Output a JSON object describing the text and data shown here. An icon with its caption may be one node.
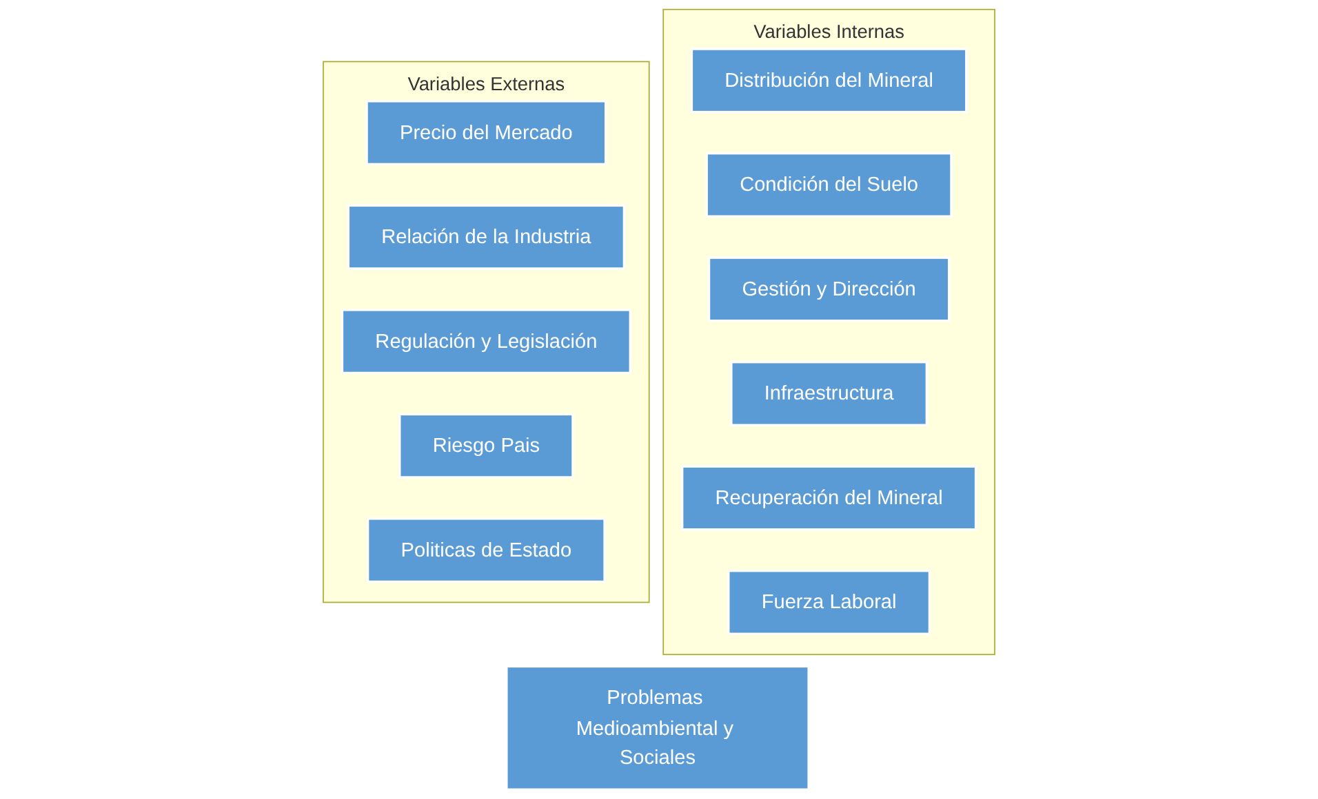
{
  "diagram": {
    "nodes": [
      {
        "text": [
          "Variables Externas"
        ]
      },
      {
        "text": [
          "Precio del Mercado"
        ],
        "in": 0
      },
      {
        "text": [
          "Relación de la Industria"
        ],
        "in": 0
      },
      {
        "text": [
          "Regulación y Legislación"
        ],
        "in": 0
      },
      {
        "text": [
          "Riesgo Pais"
        ],
        "in": 0
      },
      {
        "text": [
          "Politicas de Estado"
        ],
        "in": 0
      },
      {
        "text": [
          "Variables Internas"
        ]
      },
      {
        "text": [
          "Distribución del Mineral"
        ],
        "in": 6
      },
      {
        "text": [
          "Condición del Suelo"
        ],
        "in": 6
      },
      {
        "text": [
          "Gestión y Dirección"
        ],
        "in": 6
      },
      {
        "text": [
          "Infraestructura"
        ],
        "in": 6
      },
      {
        "text": [
          "Recuperación del Mineral"
        ],
        "in": 6
      },
      {
        "text": [
          "Fuerza Laboral"
        ],
        "in": 6
      },
      {
        "text": [
          "Problemas Medioambiental y Sociales"
        ]
      }
    ]
  }
}
